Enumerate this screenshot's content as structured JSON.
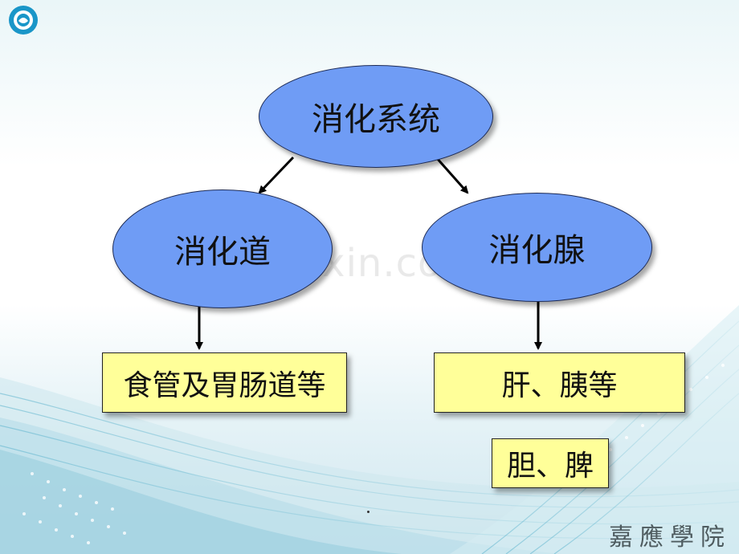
{
  "diagram": {
    "root": "消化系统",
    "left_branch": {
      "label": "消化道",
      "leaf": "食管及胃肠道等"
    },
    "right_branch": {
      "label": "消化腺",
      "leaf": "肝、胰等",
      "extra_leaf": "胆、脾"
    }
  },
  "watermark": "www.zixin.com.cn",
  "footer_logo_text": "嘉應學院",
  "colors": {
    "ellipse_fill": "#6f9cf5",
    "box_fill": "#ffff99",
    "accent": "#1a96c8"
  }
}
